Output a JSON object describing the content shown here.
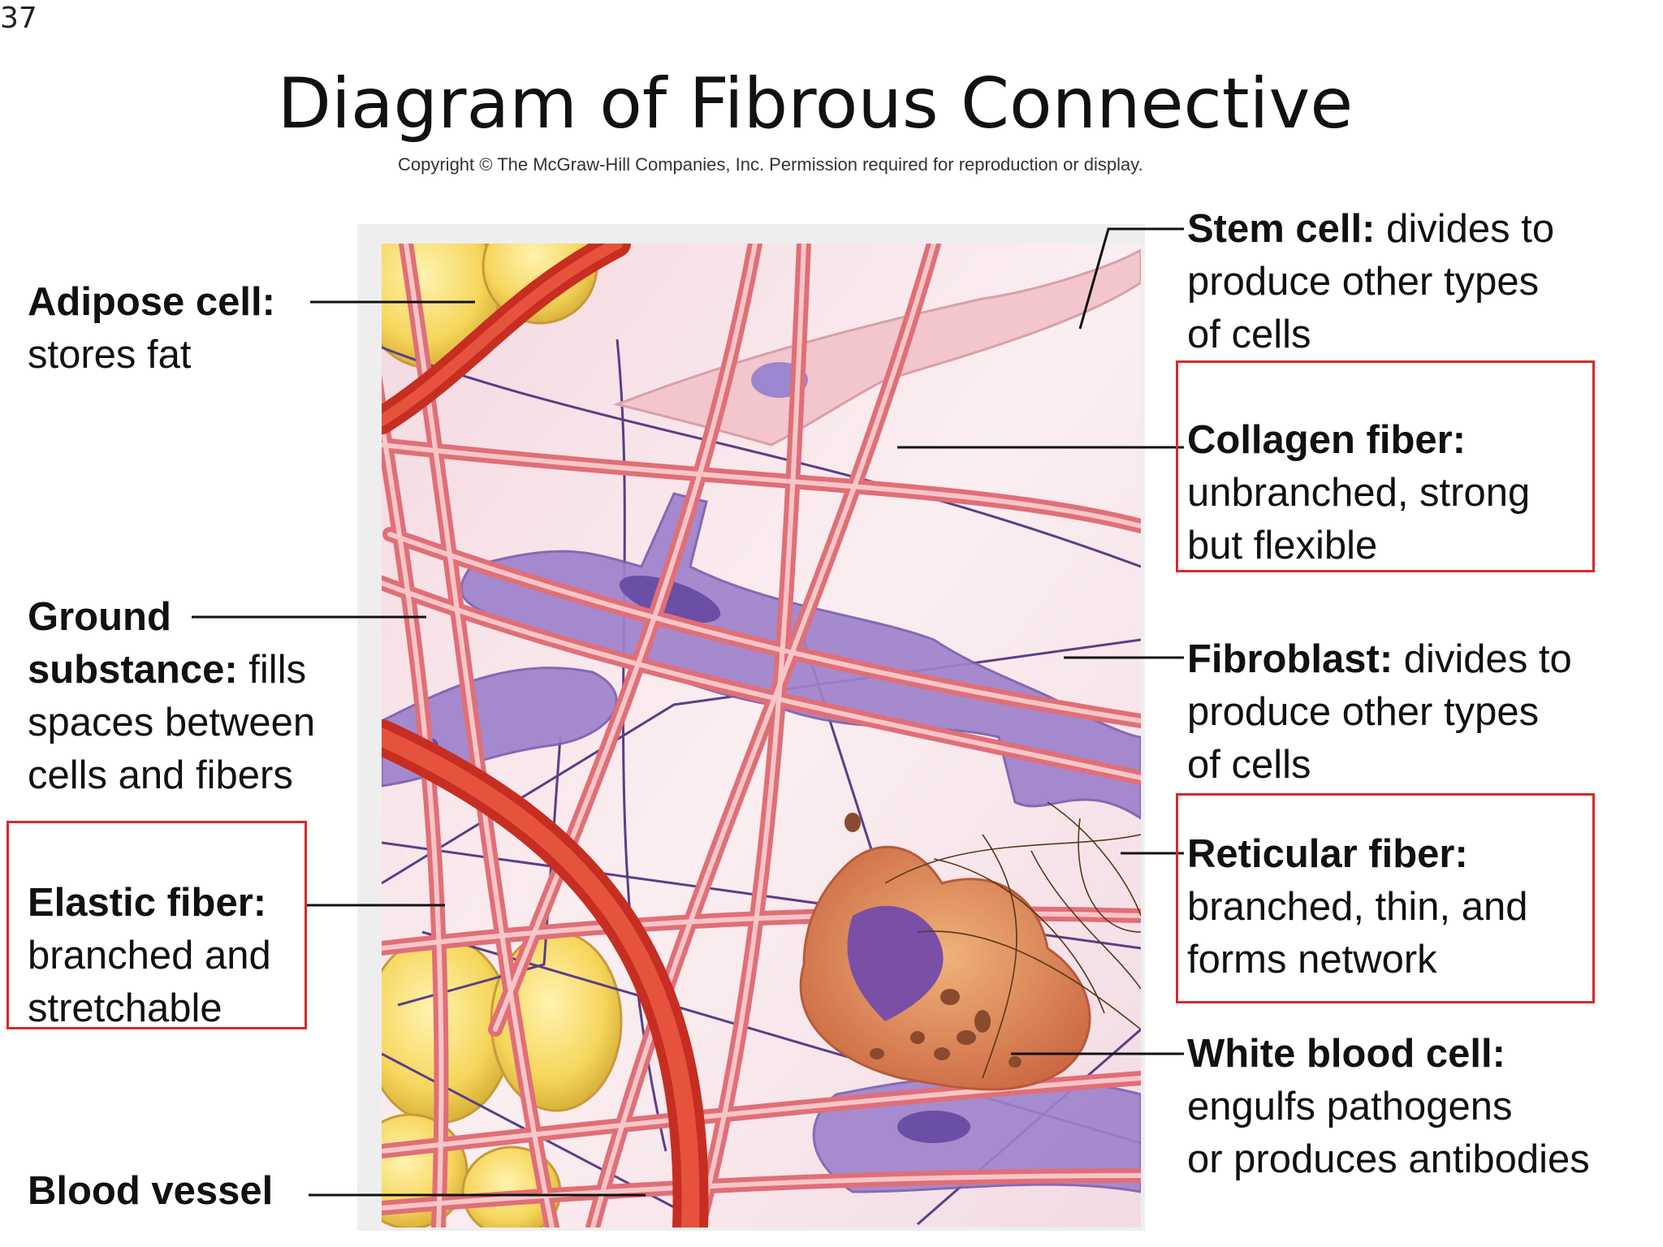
{
  "slide_number": "37",
  "title": "Diagram of Fibrous Connective",
  "copyright": "Copyright © The McGraw-Hill Companies, Inc. Permission required for reproduction or display.",
  "colors": {
    "highlight_box": "#d62a2a",
    "collagen": "#e8787c",
    "elastic_vessel": "#d8372a",
    "fibroblast": "#9a7dc6",
    "adipose": "#f6d65c",
    "ground_substance": "#f7e6ea",
    "white_blood_cell": "#d9804e"
  },
  "labels": {
    "adipose": {
      "name": "Adipose cell:",
      "desc1": "stores fat"
    },
    "ground": {
      "name1": "Ground",
      "name2": "substance:",
      "desc1": " fills",
      "desc2": "spaces between",
      "desc3": "cells and fibers"
    },
    "elastic": {
      "name": "Elastic fiber:",
      "desc1": "branched and",
      "desc2": "stretchable"
    },
    "vessel": {
      "name": "Blood vessel"
    },
    "stem": {
      "name": "Stem cell:",
      "desc1": " divides to",
      "desc2": "produce other types",
      "desc3": "of cells"
    },
    "collagen": {
      "name": "Collagen fiber:",
      "desc1": "unbranched, strong",
      "desc2": "but flexible"
    },
    "fibroblast": {
      "name": "Fibroblast:",
      "desc1": " divides to",
      "desc2": "produce other types",
      "desc3": "of cells"
    },
    "reticular": {
      "name": "Reticular fiber:",
      "desc1": "branched, thin, and",
      "desc2": "forms network"
    },
    "wbc": {
      "name": "White blood cell:",
      "desc1": "engulfs pathogens",
      "desc2": "or produces antibodies"
    }
  }
}
